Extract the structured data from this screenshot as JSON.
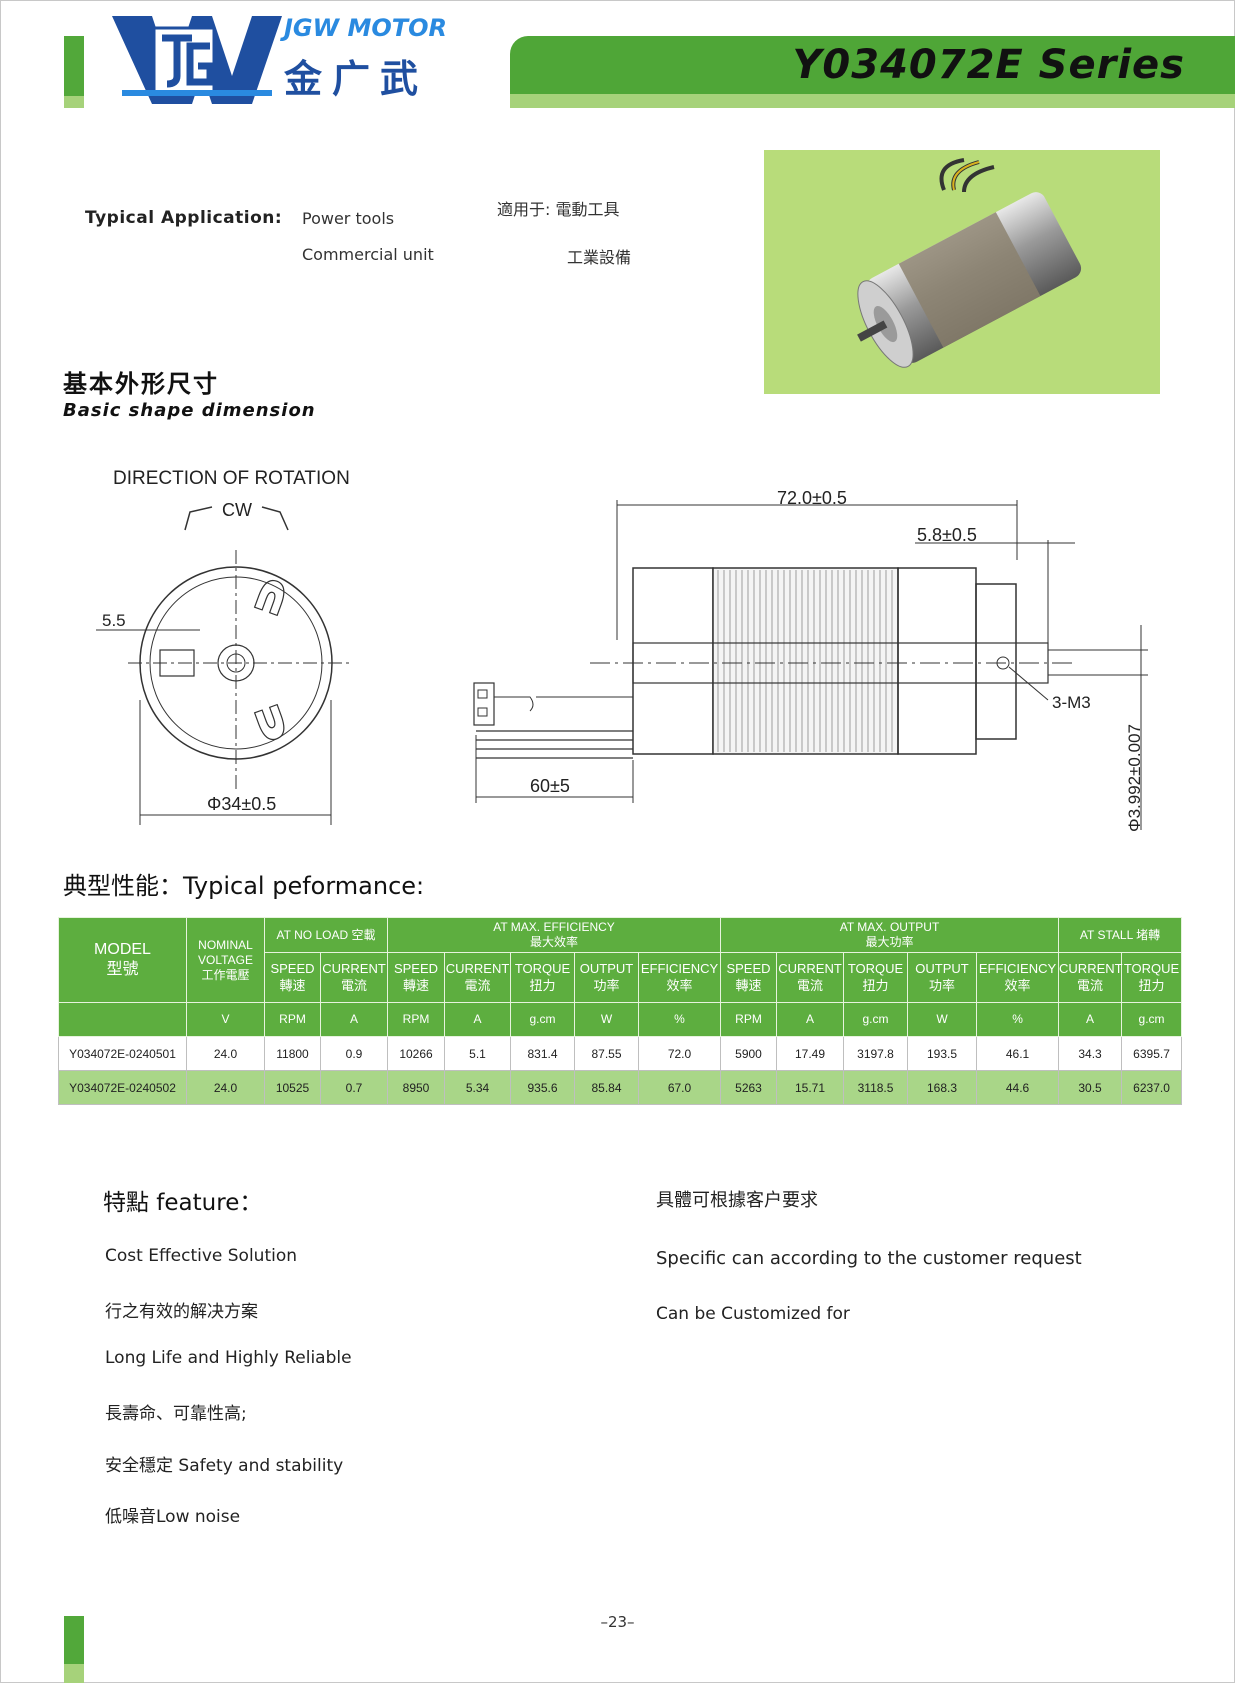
{
  "header": {
    "brand_en": "JGW MOTOR",
    "brand_cn": "金广武",
    "series_title": "Y034072E Series"
  },
  "application": {
    "label": "Typical Application:",
    "values_en": [
      "Power tools",
      "Commercial unit"
    ],
    "values_cn": [
      "適用于: 電動工具",
      "工業設備"
    ]
  },
  "shape_section": {
    "title_cn": "基本外形尺寸",
    "title_en": "Basic shape dimension"
  },
  "drawing": {
    "rotation_label": "DIRECTION OF ROTATION",
    "rotation_dir": "CW",
    "dim_5_5": "5.5",
    "dim_diameter": "Φ34±0.5",
    "dim_length": "72.0±0.5",
    "dim_shaft_len": "5.8±0.5",
    "dim_lead": "60±5",
    "dim_thread": "3-M3",
    "dim_shaft_dia": "Φ3.992±0.007"
  },
  "performance": {
    "title": "典型性能：Typical peformance:",
    "groups": {
      "model": [
        "MODEL",
        "型號"
      ],
      "voltage": [
        "NOMINAL",
        "VOLTAGE",
        "工作電壓"
      ],
      "no_load": "AT NO LOAD 空載",
      "max_eff": [
        "AT MAX. EFFICIENCY",
        "最大效率"
      ],
      "max_out": [
        "AT MAX. OUTPUT",
        "最大功率"
      ],
      "stall": "AT STALL 堵轉"
    },
    "sub": {
      "speed": [
        "SPEED",
        "轉速"
      ],
      "current": [
        "CURRENT",
        "電流"
      ],
      "torque": [
        "TORQUE",
        "扭力"
      ],
      "output": [
        "OUTPUT",
        "功率"
      ],
      "efficiency": [
        "EFFICIENCY",
        "效率"
      ]
    },
    "units": [
      "V",
      "RPM",
      "A",
      "RPM",
      "A",
      "g.cm",
      "W",
      "%",
      "RPM",
      "A",
      "g.cm",
      "W",
      "%",
      "A",
      "g.cm"
    ],
    "rows": [
      [
        "Y034072E-0240501",
        "24.0",
        "11800",
        "0.9",
        "10266",
        "5.1",
        "831.4",
        "87.55",
        "72.0",
        "5900",
        "17.49",
        "3197.8",
        "193.5",
        "46.1",
        "34.3",
        "6395.7"
      ],
      [
        "Y034072E-0240502",
        "24.0",
        "10525",
        "0.7",
        "8950",
        "5.34",
        "935.6",
        "85.84",
        "67.0",
        "5263",
        "15.71",
        "3118.5",
        "168.3",
        "44.6",
        "30.5",
        "6237.0"
      ]
    ]
  },
  "features": {
    "title": "特點 feature：",
    "items": [
      "Cost Effective Solution",
      "行之有效的解决方案",
      "Long Life and Highly Reliable",
      "長壽命、可靠性高;",
      "安全穩定 Safety and stability",
      "低噪音Low noise"
    ],
    "right": [
      "具體可根據客户要求",
      "Specific can according to the customer request",
      "Can be Customized for"
    ]
  },
  "page_number": "–23–",
  "colors": {
    "brand_green": "#4fa637",
    "light_green": "#a6d27a",
    "logo_blue": "#1f4fa0"
  }
}
